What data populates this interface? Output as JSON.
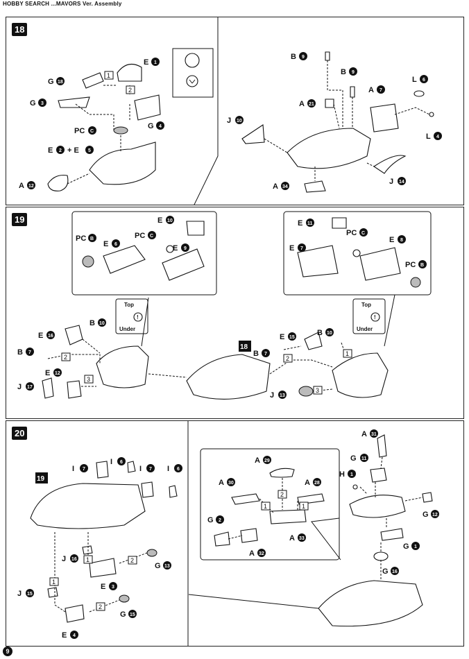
{
  "header": {
    "text": "HOBBY SEARCH  ...MAVORS Ver. Assembly"
  },
  "page_number": "9",
  "steps": [
    {
      "number": "18",
      "left_labels": [
        "E",
        "G",
        "G",
        "PC",
        "E",
        "+ E",
        "A",
        "G"
      ],
      "left_nums": [
        "1",
        "18",
        "3",
        "C",
        "2",
        "5",
        "12",
        "4"
      ],
      "right_labels": [
        "B",
        "B",
        "A",
        "A",
        "L",
        "L",
        "J",
        "J",
        "A"
      ],
      "right_nums": [
        "9",
        "9",
        "21",
        "7",
        "6",
        "4",
        "10",
        "14",
        "34"
      ],
      "boxes": [
        "1",
        "2"
      ]
    },
    {
      "number": "19",
      "callout": {
        "top": "Top",
        "under": "Under"
      },
      "labels_a": [
        "PC",
        "E",
        "PC",
        "E",
        "E",
        "E",
        "E",
        "PC",
        "E",
        "PC",
        "E"
      ],
      "nums_a": [
        "B",
        "6",
        "C",
        "10",
        "9",
        "11",
        "7",
        "C",
        "8",
        "B",
        "16"
      ],
      "labels_b": [
        "B",
        "B",
        "E",
        "J",
        "E",
        "B",
        "B",
        "J"
      ],
      "nums_b": [
        "10",
        "7",
        "12",
        "17",
        "15",
        "10",
        "7",
        "13"
      ],
      "ref": "18",
      "boxes": [
        "1",
        "2",
        "3"
      ]
    },
    {
      "number": "20",
      "ref": "19",
      "labels": [
        "I",
        "I",
        "I",
        "I",
        "J",
        "E",
        "G",
        "J",
        "E",
        "G",
        "A",
        "A",
        "A",
        "G",
        "A",
        "A",
        "A",
        "G",
        "H",
        "G",
        "G",
        "G"
      ],
      "nums": [
        "7",
        "6",
        "7",
        "6",
        "16",
        "3",
        "13",
        "15",
        "4",
        "15",
        "29",
        "30",
        "28",
        "2",
        "32",
        "33",
        "31",
        "11",
        "1",
        "12",
        "1",
        "16"
      ],
      "boxes": [
        "1",
        "2"
      ]
    }
  ]
}
